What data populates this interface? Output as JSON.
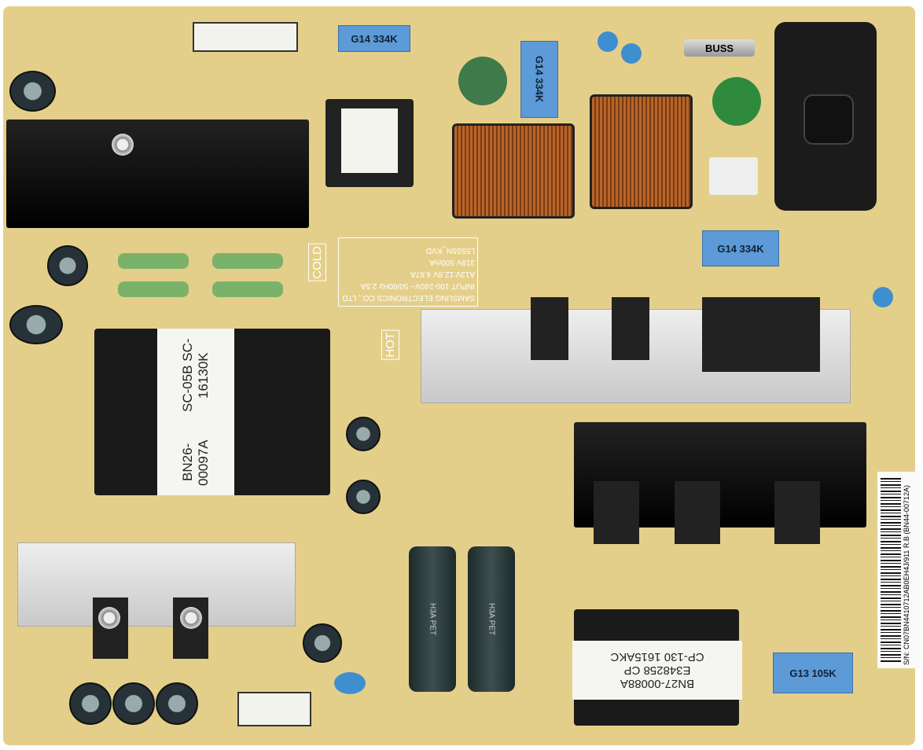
{
  "board": {
    "film_caps": {
      "top_left": "G14 334K",
      "top_middle": "G14 334K",
      "right": "G14 334K",
      "bottom_right": "G13 105K"
    },
    "fuse": "BUSS",
    "zone_labels": {
      "hot": "HOT",
      "cold": "COLD"
    },
    "main_transformer": {
      "part": "BN26-00097A",
      "code": "SC-05B SC-16130K"
    },
    "standby_transformer": {
      "part": "BN27-00088A",
      "lot": "E348258 CP",
      "code": "CP-130 1615AKC"
    },
    "rating_block": {
      "maker": "SAMSUNG ELECTRONICS CO., LTD",
      "input": "INPUT 100-240V~ 50/60Hz 2.5A",
      "output1": "A13V:12.8V 4.67A",
      "output2": "319V 500mA",
      "model": "L55S5N_KVD"
    },
    "big_caps": "H3A PET",
    "barcode_label": "S/N: CN07BN4410712AB0EH4J/911 R.B (BN44-00712A)",
    "colors": {
      "pcb": "#e4cf8a",
      "heatsink": "#111111",
      "film_cap": "#5c9ad8"
    }
  }
}
